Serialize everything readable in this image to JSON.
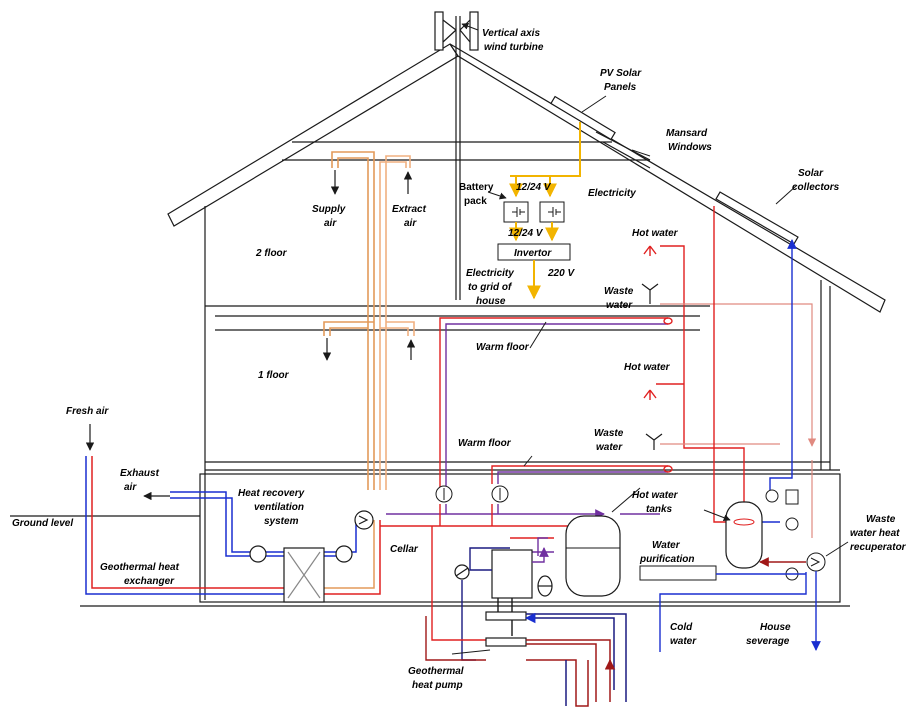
{
  "labels": {
    "wind_turbine": [
      "Vertical axis",
      "wind turbine"
    ],
    "pv_panels": [
      "PV Solar",
      "Panels"
    ],
    "mansard_windows": [
      "Mansard",
      "Windows"
    ],
    "solar_collectors": [
      "Solar",
      "collectors"
    ],
    "battery_pack": [
      "Battery",
      "pack"
    ],
    "voltage_top": "12/24 V",
    "voltage_bottom": "12/24 V",
    "electricity": "Electricity",
    "invertor": "Invertor",
    "voltage_220": "220 V",
    "electricity_grid": [
      "Electricity",
      "to grid of",
      "house"
    ],
    "supply_air": [
      "Supply",
      "air"
    ],
    "extract_air": [
      "Extract",
      "air"
    ],
    "floor_2": "2 floor",
    "floor_1": "1 floor",
    "hot_water_top": "Hot water",
    "waste_water_top": [
      "Waste",
      "water"
    ],
    "warm_floor_top": "Warm floor",
    "hot_water_mid": "Hot water",
    "waste_water_mid": [
      "Waste",
      "water"
    ],
    "warm_floor_bottom": "Warm floor",
    "fresh_air": "Fresh air",
    "exhaust_air": [
      "Exhaust",
      "air"
    ],
    "ground_level": "Ground level",
    "heat_recovery": [
      "Heat recovery",
      "ventilation",
      "system"
    ],
    "geothermal_exchanger": [
      "Geothermal heat",
      "exchanger"
    ],
    "cellar": "Cellar",
    "hot_water_tanks": [
      "Hot water",
      "tanks"
    ],
    "water_purification": [
      "Water",
      "purification"
    ],
    "cold_water": [
      "Cold",
      "water"
    ],
    "house_severage": [
      "House",
      "severage"
    ],
    "waste_water_recuperator": [
      "Waste",
      "water heat",
      "recuperator"
    ],
    "geothermal_pump": [
      "Geothermal",
      "heat pump"
    ]
  },
  "colors": {
    "structure": "#1a1a1a",
    "hot": "#e02020",
    "hot_dark": "#a01818",
    "cold": "#1a2fd0",
    "cold_dark": "#1a1a80",
    "orange_air": "#e39a5a",
    "purple": "#7030a0",
    "electric": "#f2b400",
    "pink_waste": "#e08a80"
  }
}
